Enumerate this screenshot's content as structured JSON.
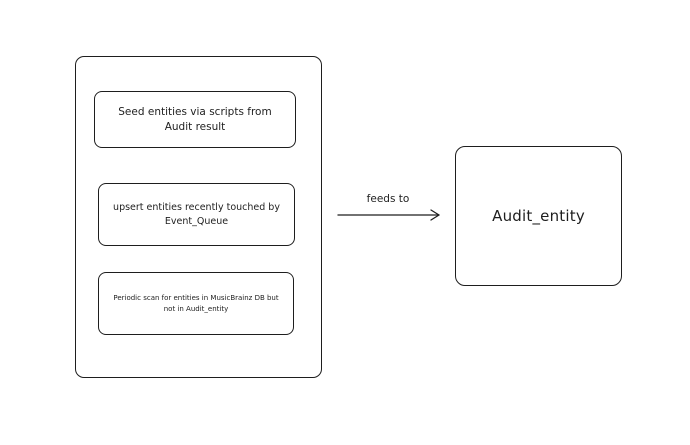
{
  "diagram": {
    "source_steps": [
      {
        "text": "Seed entities via scripts from Audit result"
      },
      {
        "text": "upsert entities recently touched by Event_Queue"
      },
      {
        "text": "Periodic scan for entities in MusicBrainz DB but not in Audit_entity"
      }
    ],
    "edge": {
      "label": "feeds to"
    },
    "target": {
      "text": "Audit_entity"
    },
    "colors": {
      "stroke": "#1e1e1e",
      "background": "#ffffff"
    }
  }
}
